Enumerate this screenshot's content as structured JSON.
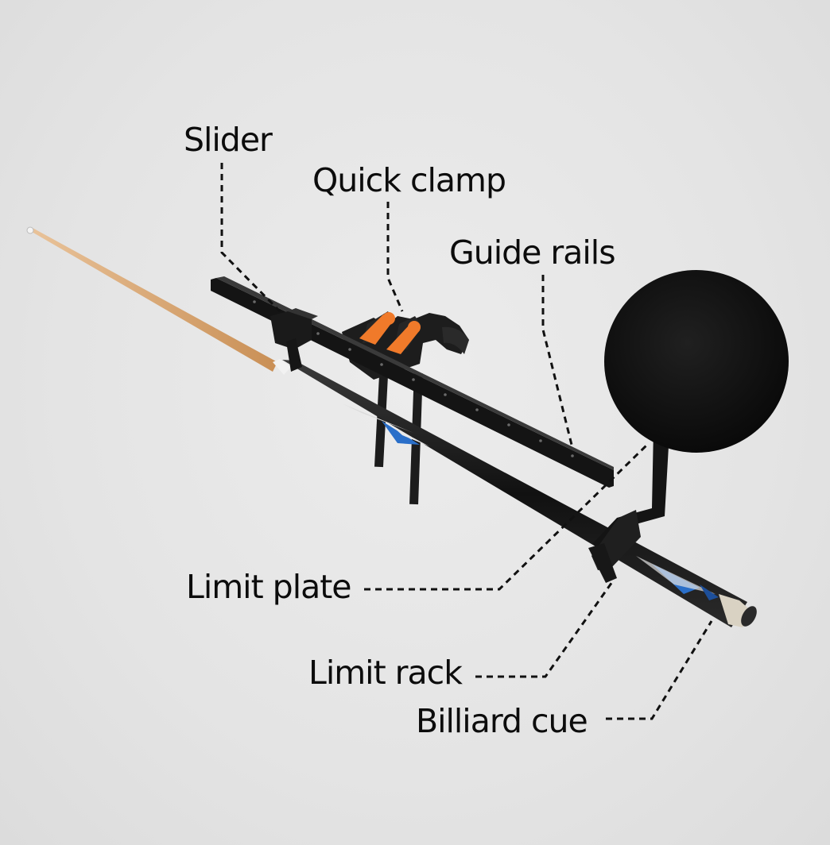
{
  "labels": {
    "slider": "Slider",
    "quick_clamp": "Quick clamp",
    "guide_rails": "Guide rails",
    "limit_plate": "Limit plate",
    "limit_rack": "Limit rack",
    "billiard_cue": "Billiard cue"
  },
  "colors": {
    "background": "#e6e6e6",
    "cue_shaft": "#d8a873",
    "cue_butt": "#1a1a1a",
    "clamp_accent": "#f07a2a",
    "hardware": "#1b1b1b",
    "leader_line": "#111111"
  }
}
